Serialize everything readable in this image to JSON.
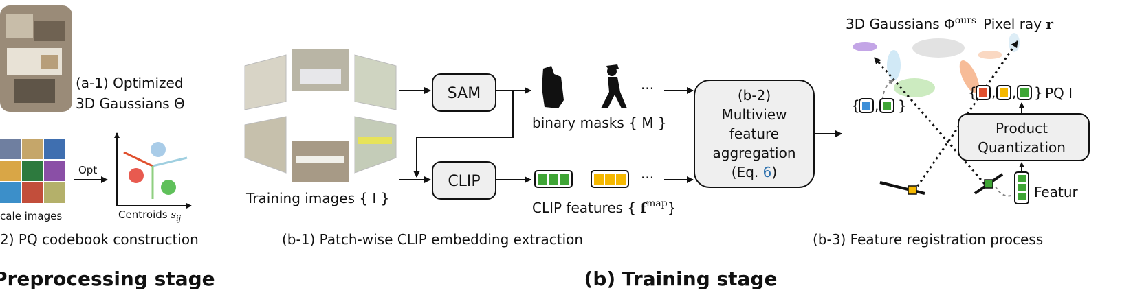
{
  "preprocessing": {
    "a1_label_line1": "(a-1) Optimized",
    "a1_label_line2": "3D Gaussians Θ",
    "opt_label": "Opt",
    "scale_images_caption": "cale images",
    "centroids_prefix": "Centroids ",
    "centroids_symbol": "s",
    "centroids_sub": "ij",
    "a2_caption": "2) PQ codebook construction",
    "stage_title": "Preprocessing stage"
  },
  "training": {
    "sam_label": "SAM",
    "clip_label": "CLIP",
    "binary_masks": "binary masks { M }",
    "ellipsis": "···",
    "training_images": "Training images { I }",
    "clip_features_prefix": "CLIP features { ",
    "clip_features_f": "f",
    "clip_features_sup": "map",
    "clip_features_suffix": "}",
    "agg_line1": "(b-2)",
    "agg_line2": "Multiview",
    "agg_line3": "feature",
    "agg_line4": "aggregation",
    "agg_line5_pre": "(Eq. ",
    "agg_line5_ref": "6",
    "agg_line5_post": ")",
    "b1_caption": "(b-1) Patch-wise CLIP embedding extraction",
    "stage_title": "(b) Training stage"
  },
  "registration": {
    "gaussians_prefix": "3D Gaussians Φ",
    "gaussians_sup": "ours",
    "pixel_ray_prefix": "Pixel ray ",
    "pixel_ray_symbol": "r",
    "pq_index_label": "PQ I",
    "pq_line1": "Product",
    "pq_line2": "Quantization",
    "feature_label": "Featur",
    "b3_caption": "(b-3) Feature registration process"
  },
  "colors": {
    "green": "#3fa535",
    "yellow": "#f5b800",
    "blue": "#3d8fd8",
    "orange_red": "#e0502e",
    "box_fill": "#efefef",
    "link_ref": "#2a6fad"
  }
}
